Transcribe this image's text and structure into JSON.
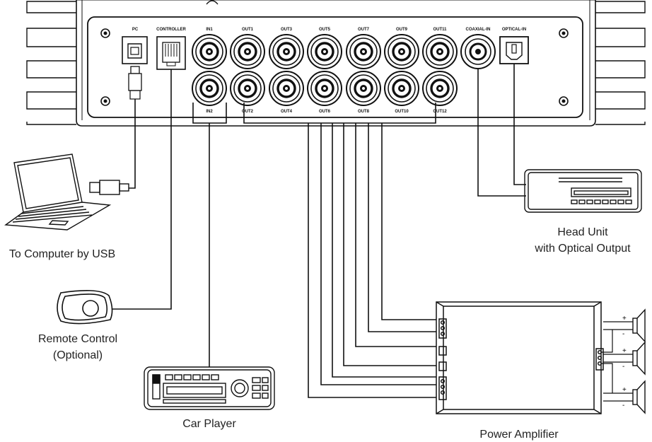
{
  "ports": {
    "pc": "PC",
    "controller": "CONTROLLER",
    "in1": "IN1",
    "in2": "IN2",
    "out_top": [
      "OUT1",
      "OUT3",
      "OUT5",
      "OUT7",
      "OUT9",
      "OUT11"
    ],
    "out_bottom": [
      "OUT2",
      "OUT4",
      "OUT6",
      "OUT8",
      "OUT10",
      "OUT12"
    ],
    "coaxial": "COAXIAL-IN",
    "optical": "OPTICAL-IN"
  },
  "labels": {
    "computer": "To Computer by USB",
    "remote_line1": "Remote Control",
    "remote_line2": "(Optional)",
    "car_player": "Car Player",
    "head_unit_line1": "Head Unit",
    "head_unit_line2": "with Optical Output",
    "amplifier": "Power Amplifier"
  },
  "speaker_polarity": {
    "plus": "+",
    "minus": "-"
  }
}
